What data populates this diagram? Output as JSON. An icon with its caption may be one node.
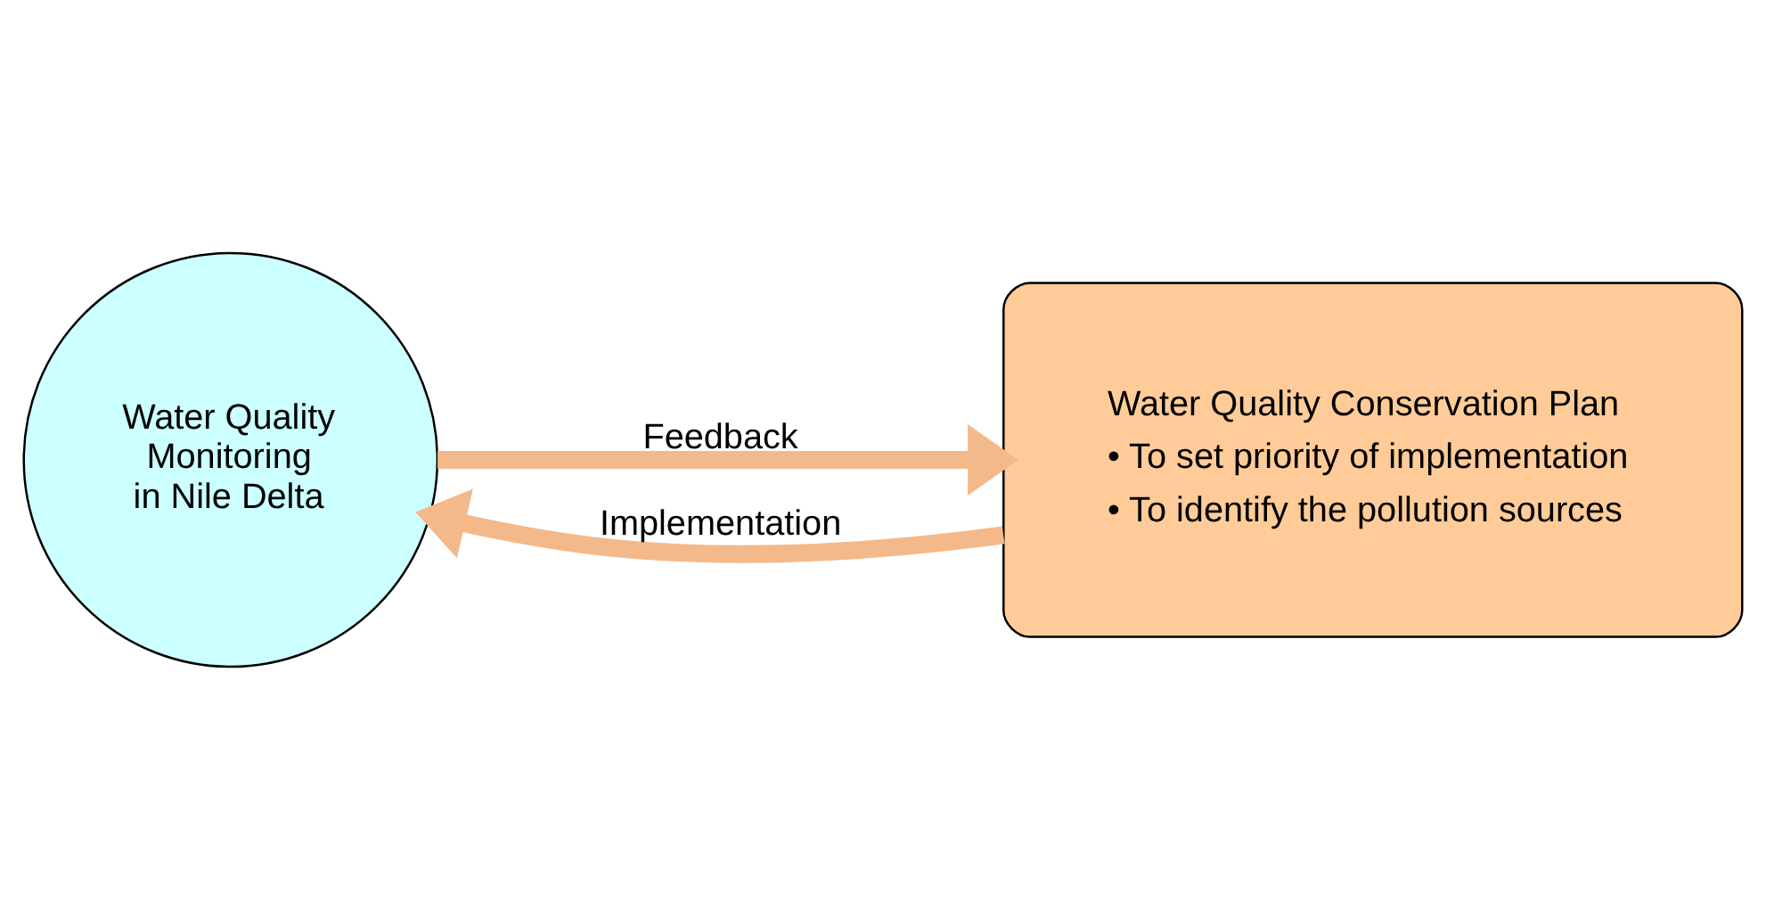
{
  "diagram": {
    "nodes": [
      {
        "text": [
          "Water Quality Monitoring in Nile Delta"
        ]
      },
      {
        "text": [
          "Water Quality Conservation Plan",
          "• To set priority of implementation",
          "• To identify the pollution sources"
        ]
      }
    ],
    "edges": [
      {
        "from": 0,
        "to": 1,
        "arrow": "to",
        "label": "Feedback"
      },
      {
        "from": 1,
        "to": 0,
        "arrow": "to",
        "label": "Implementation"
      }
    ]
  }
}
